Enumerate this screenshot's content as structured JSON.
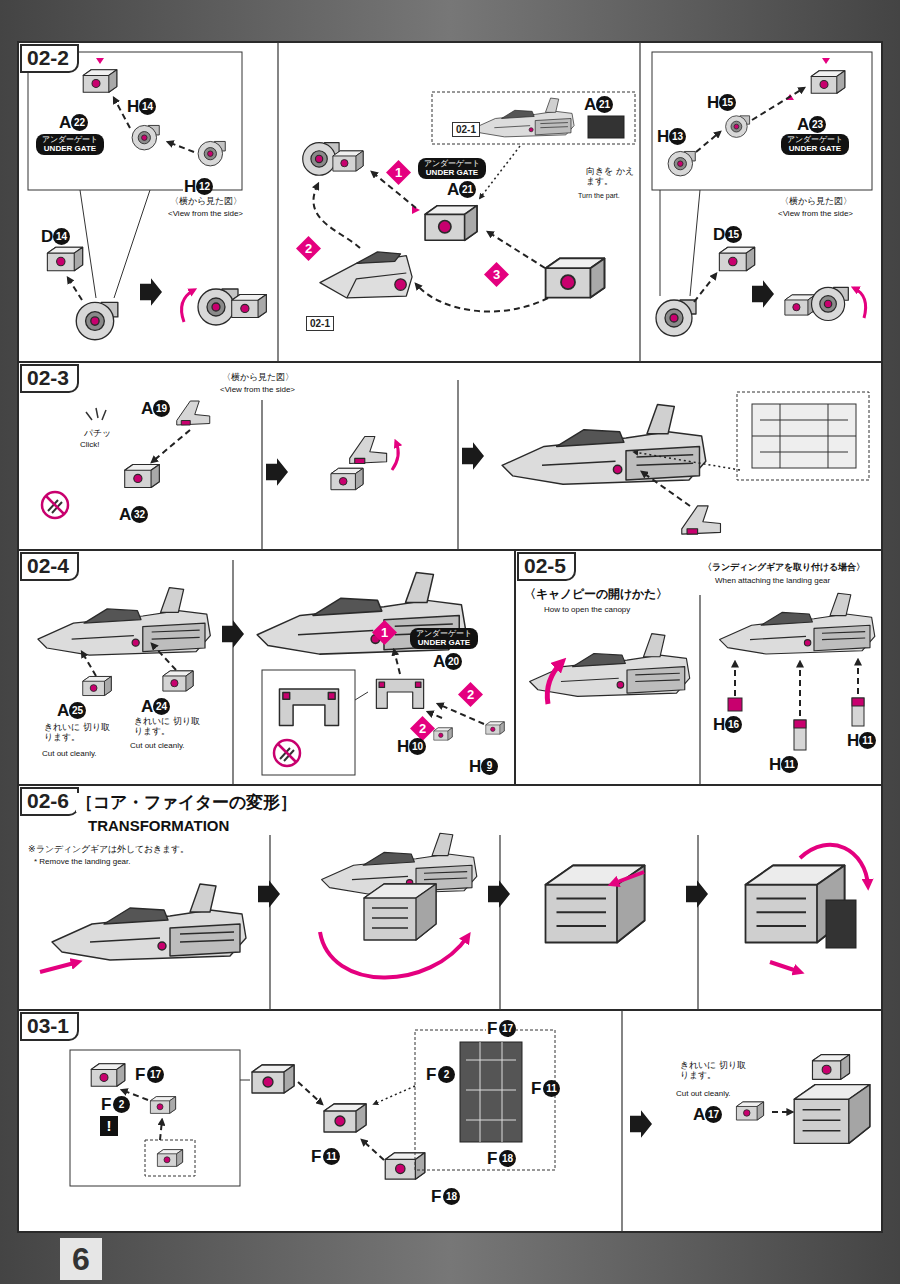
{
  "diagram": {
    "nodes": [
      {
        "text": [
          "02-2"
        ]
      },
      {
        "text": [
          "アンダーゲート",
          "UNDER GATE"
        ]
      },
      {
        "text": [
          "アンダーゲート",
          "UNDER GATE"
        ]
      },
      {
        "text": [
          "1"
        ]
      },
      {
        "text": [
          "2"
        ]
      },
      {
        "text": [
          "3"
        ]
      },
      {
        "text": [
          "02-1"
        ]
      },
      {
        "text": [
          "02-1"
        ]
      },
      {
        "text": [
          "アンダーゲート",
          "UNDER GATE"
        ]
      },
      {
        "text": [
          "02-3"
        ]
      },
      {
        "text": [
          "02-4"
        ]
      },
      {
        "text": [
          "1"
        ]
      },
      {
        "text": [
          "アンダーゲート",
          "UNDER GATE"
        ]
      },
      {
        "text": [
          "2"
        ]
      },
      {
        "text": [
          "2"
        ]
      },
      {
        "text": [
          "02-5"
        ]
      },
      {
        "text": [
          "02-6"
        ]
      },
      {
        "text": [
          "03-1"
        ]
      },
      {
        "text": [
          "!"
        ]
      },
      {
        "text": [
          "6"
        ]
      }
    ],
    "labels": [
      "A",
      "22",
      "H",
      "14",
      "H",
      "12",
      "D",
      "14",
      "〈横から見た図〉",
      "<View from the side>",
      "A",
      "21",
      "A",
      "21",
      "向きを かえます。",
      "Turn the part.",
      "H",
      "15",
      "H",
      "13",
      "A",
      "23",
      "D",
      "15",
      "〈横から見た図〉",
      "<View from the side>",
      "〈横から見た図〉",
      "<View from the side>",
      "A",
      "19",
      "パチッ",
      "Click!",
      "A",
      "32",
      "A",
      "25",
      "きれいに 切り取ります。",
      "Cut out cleanly.",
      "A",
      "24",
      "きれいに 切り取ります。",
      "Cut out cleanly.",
      "A",
      "20",
      "H",
      "10",
      "H",
      "9",
      "〈キャノピーの開けかた〉",
      "How to open the canopy",
      "〈ランディングギアを取り付ける場合〉",
      "When attaching the landing gear",
      "H",
      "16",
      "H",
      "11",
      "H",
      "11",
      "［コア・ファイターの変形］",
      "TRANSFORMATION",
      "※ランディングギアは外しておきます。",
      "* Remove the landing gear.",
      "F",
      "17",
      "F",
      "2",
      "F",
      "17",
      "F",
      "2",
      "F",
      "11",
      "F",
      "18",
      "F",
      "11",
      "F",
      "18",
      "きれいに 切り取ります。",
      "Cut out cleanly.",
      "A",
      "17"
    ]
  }
}
